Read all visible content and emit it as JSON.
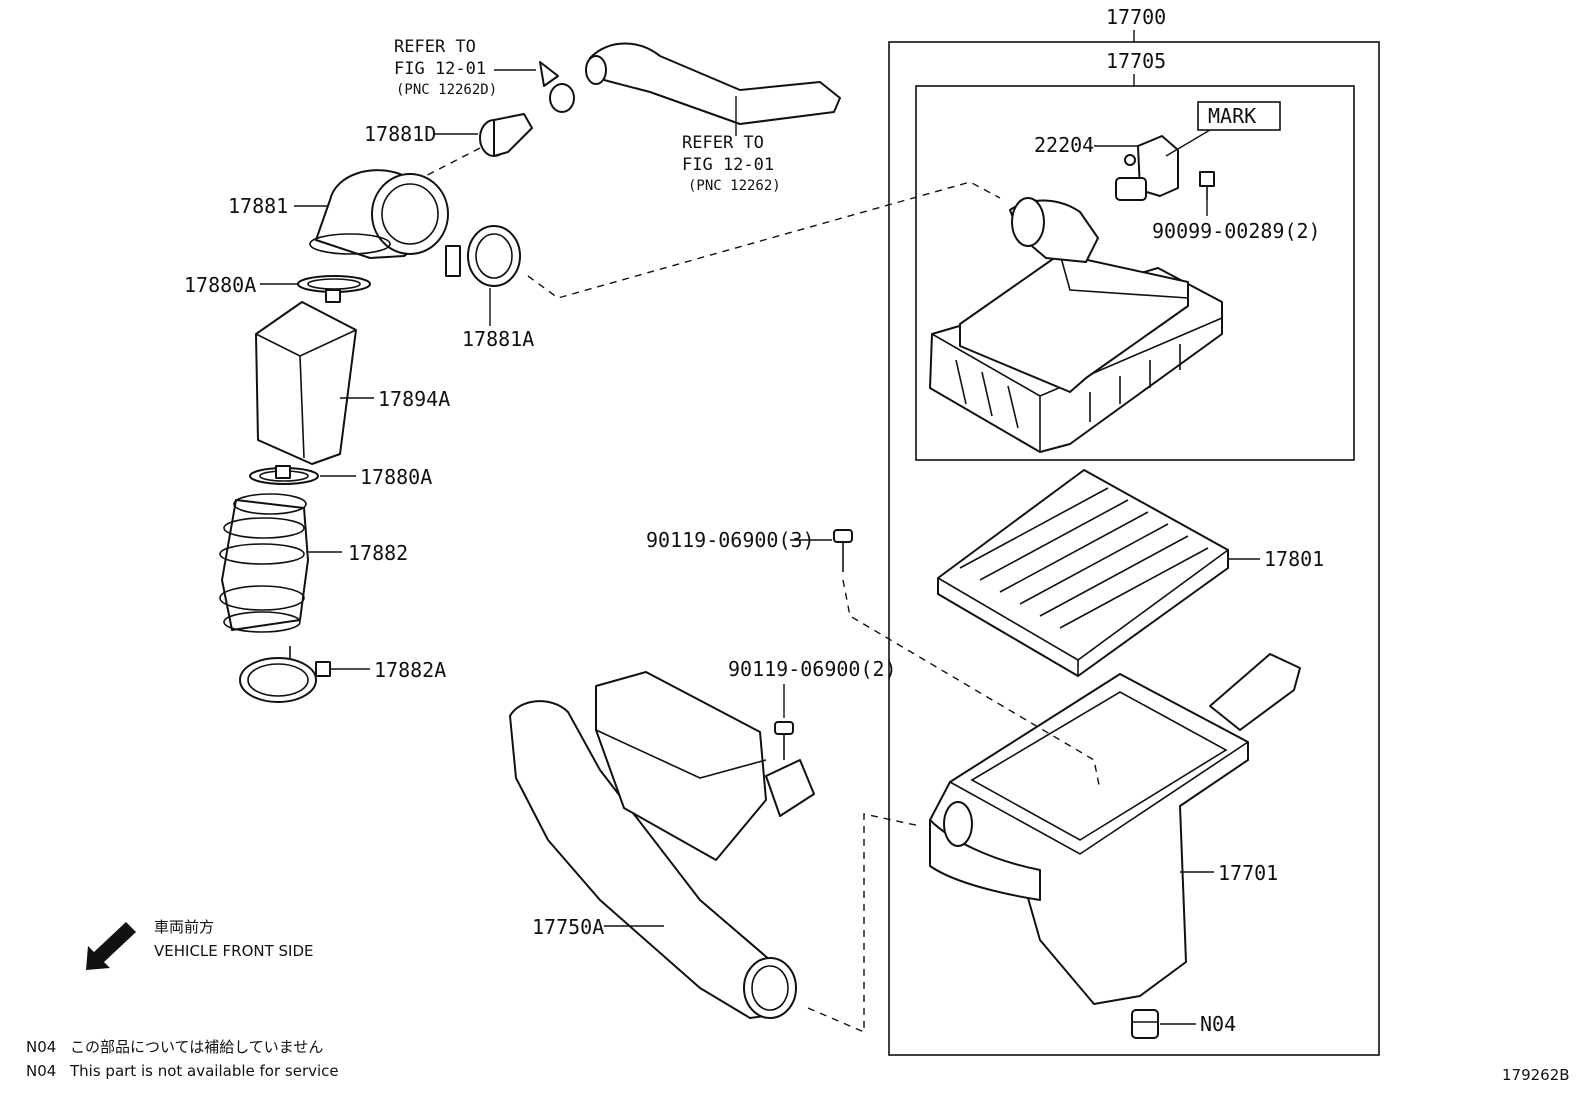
{
  "labels": {
    "assembly_17700": "17700",
    "cap_17705": "17705",
    "mark": "MARK",
    "sensor_22204": "22204",
    "screw_90099": "90099-00289(2)",
    "element_17801": "17801",
    "case_17701": "17701",
    "n04": "N04",
    "bolt_upper": "90119-06900(3)",
    "bolt_lower": "90119-06900(2)",
    "inlet_17750A": "17750A",
    "hose_17881": "17881",
    "pipe_17881D": "17881D",
    "clamp_17881A": "17881A",
    "band_17880A_top": "17880A",
    "resonator_17894A": "17894A",
    "band_17880A_bottom": "17880A",
    "hose_17882": "17882",
    "clamp_17882A": "17882A"
  },
  "refer_top": {
    "line1": "REFER TO",
    "line2": "FIG 12-01",
    "line3": "(PNC 12262D)"
  },
  "refer_mid": {
    "line1": "REFER TO",
    "line2": "FIG 12-01",
    "line3": "(PNC 12262)"
  },
  "vehicle_front": {
    "jp": "車両前方",
    "en": "VEHICLE FRONT SIDE"
  },
  "notes": {
    "code": "N04",
    "jp": "この部品については補給していません",
    "en": "This part is not available for service"
  },
  "figure_id": "179262B"
}
